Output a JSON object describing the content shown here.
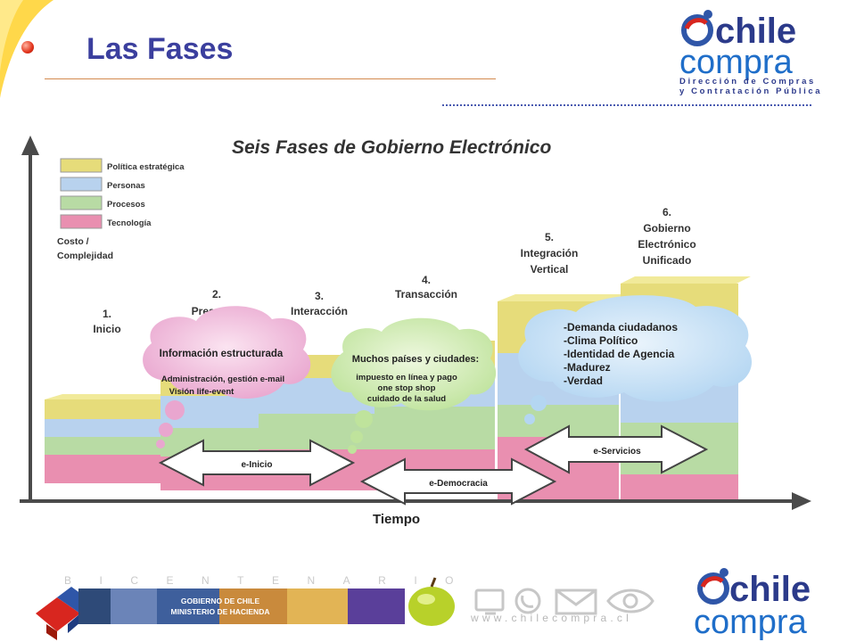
{
  "slide": {
    "title": "Las Fases"
  },
  "logo": {
    "word1": "chile",
    "word2": "compra",
    "sub_line1": "Dirección de Compras",
    "sub_line2": "y Contratación Pública"
  },
  "diagram": {
    "title": "Seis Fases de Gobierno Electrónico",
    "y_axis_label_line1": "Costo /",
    "y_axis_label_line2": "Complejidad",
    "x_axis_label": "Tiempo",
    "legend": [
      {
        "label": "Política estratégica",
        "color": "#e6dc7a"
      },
      {
        "label": "Personas",
        "color": "#b8d2ee"
      },
      {
        "label": "Procesos",
        "color": "#b8dba4"
      },
      {
        "label": "Tecnología",
        "color": "#e98fb0"
      }
    ],
    "phases": [
      {
        "number": "1.",
        "lines": [
          "Inicio"
        ]
      },
      {
        "number": "2.",
        "lines": [
          "Presencia"
        ]
      },
      {
        "number": "3.",
        "lines": [
          "Interacción"
        ]
      },
      {
        "number": "4.",
        "lines": [
          "Transacción"
        ]
      },
      {
        "number": "5.",
        "lines": [
          "Integración",
          "Vertical"
        ]
      },
      {
        "number": "6.",
        "lines": [
          "Gobierno",
          "Electrónico",
          "Unificado"
        ]
      }
    ],
    "cloud_pink": {
      "heading": "Información estructurada",
      "lines": [
        "Administración, gestión e-mail",
        "Visión life-event"
      ]
    },
    "cloud_green": {
      "heading": "Muchos países y ciudades:",
      "lines": [
        "impuesto en línea y pago",
        "one stop shop",
        "cuidado de la salud"
      ]
    },
    "cloud_blue": {
      "lines": [
        "-Demanda ciudadanos",
        "-Clima Político",
        "-Identidad de Agencia",
        "-Madurez",
        "-Verdad"
      ]
    },
    "arrows": [
      {
        "label": "e-Inicio"
      },
      {
        "label": "e-Democracia"
      },
      {
        "label": "e-Servicios"
      }
    ]
  },
  "footer": {
    "bicentenario": "BICENTENARIO",
    "gov_line1": "GOBIERNO DE CHILE",
    "gov_line2": "MINISTERIO DE HACIENDA",
    "url": "www.chilecompra.cl"
  }
}
